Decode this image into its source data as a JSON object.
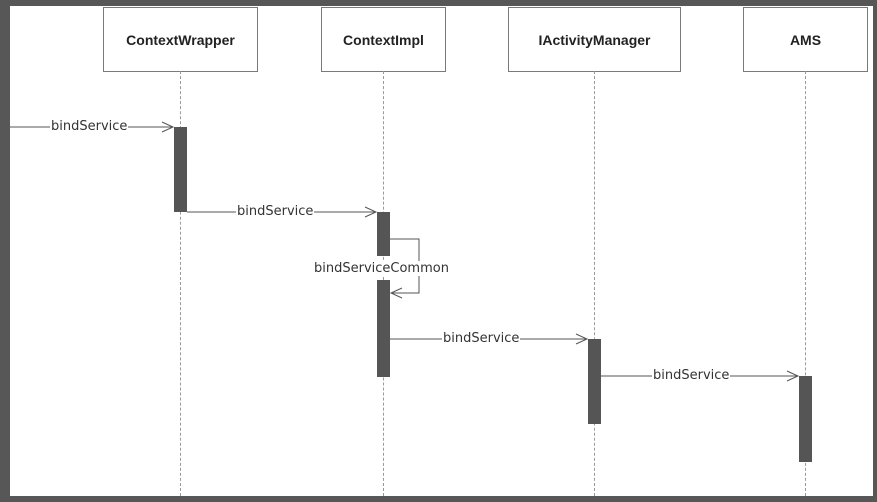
{
  "lifelines": [
    {
      "id": "contextwrapper",
      "label": "ContextWrapper"
    },
    {
      "id": "contextimpl",
      "label": "ContextImpl"
    },
    {
      "id": "iactivitymanager",
      "label": "IActivityManager"
    },
    {
      "id": "ams",
      "label": "AMS"
    }
  ],
  "messages": [
    {
      "id": "m1",
      "label": "bindService",
      "from": "external",
      "to": "ContextWrapper"
    },
    {
      "id": "m2",
      "label": "bindService",
      "from": "ContextWrapper",
      "to": "ContextImpl"
    },
    {
      "id": "m3",
      "label": "bindServiceCommon",
      "from": "ContextImpl",
      "to": "ContextImpl"
    },
    {
      "id": "m4",
      "label": "bindService",
      "from": "ContextImpl",
      "to": "IActivityManager"
    },
    {
      "id": "m5",
      "label": "bindService",
      "from": "IActivityManager",
      "to": "AMS"
    }
  ]
}
